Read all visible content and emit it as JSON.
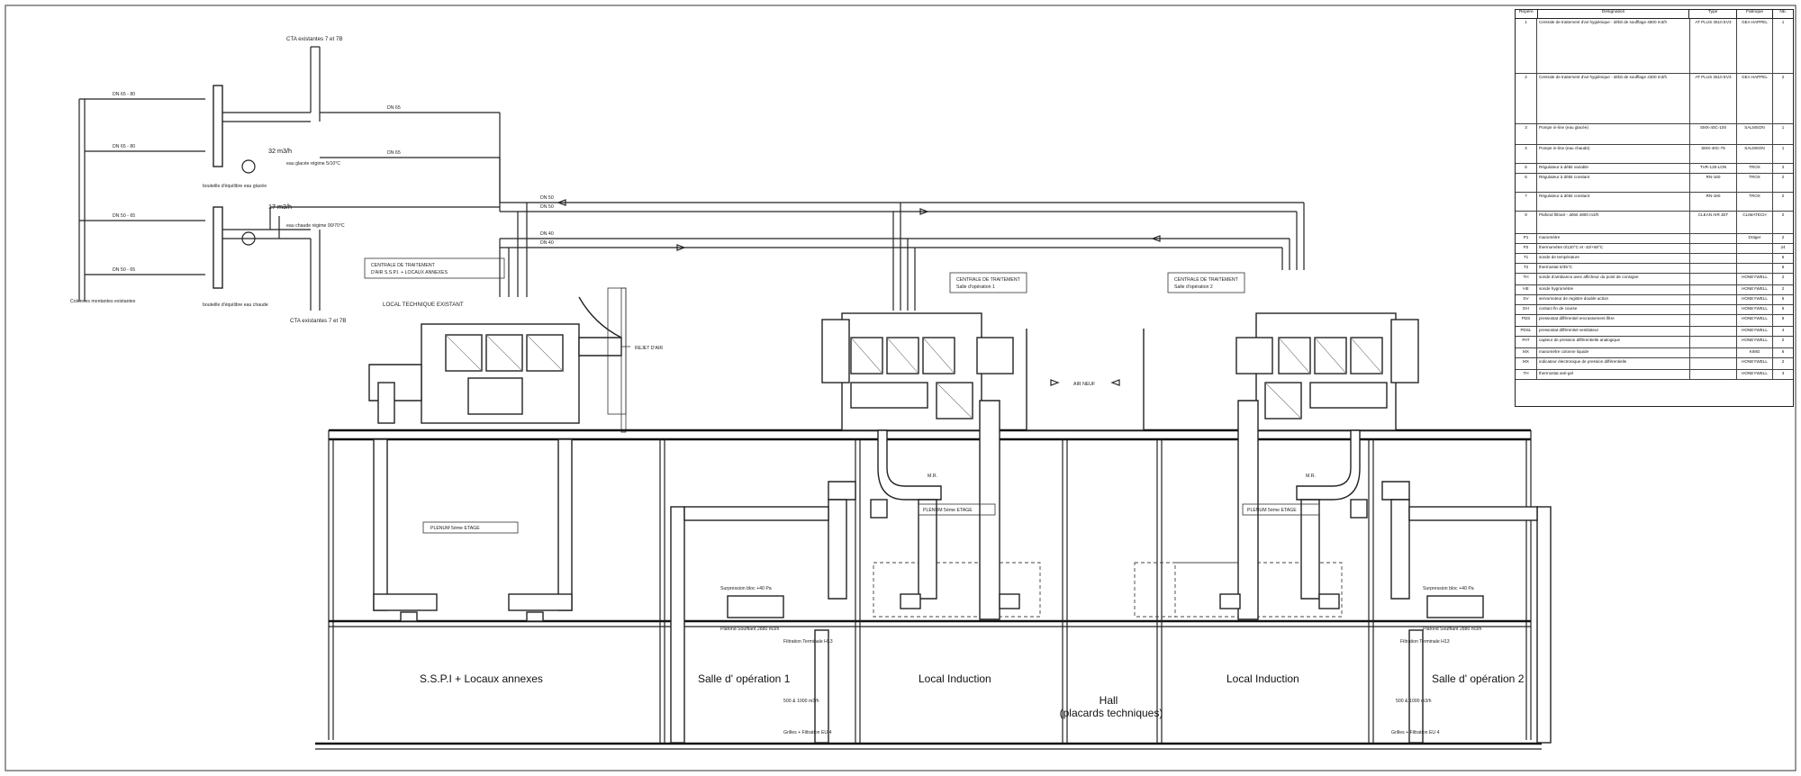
{
  "rooms": {
    "sspi": "S.S.P.I + Locaux annexes",
    "op1": "Salle d' opération 1",
    "induction1": "Local Induction",
    "hall_line1": "Hall",
    "hall_line2": "(placards techniques)",
    "induction2": "Local Induction",
    "op2": "Salle d' opération 2"
  },
  "plant_rooms": {
    "existing_title": "LOCAL TECHNIQUE EXISTANT",
    "cta_existing_line1": "CENTRALE DE TRAITEMENT",
    "cta_existing_line2": "D'AIR S.S.P.I. + LOCAUX ANNEXES",
    "cta1_line1": "CENTRALE DE TRAITEMENT",
    "cta1_line2": "Salle d'opération 1",
    "cta2_line1": "CENTRALE DE TRAITEMENT",
    "cta2_line2": "Salle d'opération 2",
    "plenum_existing": "PLENUM 5ème ETAGE",
    "plenum1": "PLENUM 5ème ETAGE",
    "plenum2": "PLENUM 5ème ETAGE",
    "air_neuf": "AIR NEUF",
    "air_rejet": "REJET D'AIR"
  },
  "hydraulics": {
    "cta_top": "CTA existantes 7 et 7B",
    "cta_bottom": "CTA existantes 7 et 7B",
    "flow_cold": "32 m3/h",
    "flow_hot": "17 m3/h",
    "cold_note": "eau glacée régime 5/10°C",
    "hot_note": "eau chaude régime 90/70°C",
    "bouteille_cold": "bouteille d'équilibre eau glacée",
    "bouteille_hot": "bouteille d'équilibre eau chaude",
    "collecteurs": "Colonnes montantes existantes"
  },
  "flows": {
    "surpression1": "Surpression bloc +40 Pa",
    "surpression2": "Surpression bloc +40 Pa",
    "plafond1": "Plafond Soufflant 2880 m3/h",
    "plafond2": "Plafond Soufflant 2880 m3/h",
    "filtration1": "Filtration Terminale H13",
    "filtration2": "Filtration Terminale H13",
    "reprise_op1": "500 & 1000 m3/h",
    "reprise_op2": "500 & 1000 m3/h",
    "grilles1": "Grilles + Filtration EU 4",
    "grilles2": "Grilles + Filtration EU 4",
    "mr": "M.R."
  },
  "legend": {
    "headers": [
      "Repère",
      "Désignation",
      "Type",
      "Fabrique",
      "Nb."
    ],
    "rows": [
      {
        "rep": "1",
        "des": "Centrale de traitement d'air hygiénique - débit de soufflage 4800 m3/h",
        "type": "AT PLUS 3510 EV3",
        "fab": "GEA HAPPEL",
        "nb": "1"
      },
      {
        "rep": "2",
        "des": "Centrale de traitement d'air hygiénique - débit de soufflage 4300 m3/h",
        "type": "AT PLUS 3510 EV3",
        "fab": "GEA HAPPEL",
        "nb": "2"
      },
      {
        "rep": "3",
        "des": "Pompe in-line (eau glacée)",
        "type": "SMX-40C-100",
        "fab": "SALMSON",
        "nb": "1"
      },
      {
        "rep": "4",
        "des": "Pompe in-line (eau chaude)",
        "type": "SMX-40C-75",
        "fab": "SALMSON",
        "nb": "1"
      },
      {
        "rep": "5",
        "des": "Régulateur à débit variable",
        "type": "TVR-125-LON",
        "fab": "TROX",
        "nb": "2"
      },
      {
        "rep": "6",
        "des": "Régulateur à débit constant",
        "type": "RN-160",
        "fab": "TROX",
        "nb": "2"
      },
      {
        "rep": "7",
        "des": "Régulateur à débit constant",
        "type": "RN-160",
        "fab": "TROX",
        "nb": "2"
      },
      {
        "rep": "8",
        "des": "Plafond filtrant - débit 4800 m3/h",
        "type": "CLEAN AIR JET",
        "fab": "CLIMATECH",
        "nb": "2"
      },
      {
        "rep": "P1",
        "des": "manomètre",
        "type": "",
        "fab": "Dräger",
        "nb": "2"
      },
      {
        "rep": "P2",
        "des": "thermomètre 0/120°C et -10/+50°C",
        "type": "",
        "fab": "",
        "nb": "24"
      },
      {
        "rep": "T1",
        "des": "sonde de température",
        "type": "",
        "fab": "",
        "nb": "6"
      },
      {
        "rep": "T2",
        "des": "thermostat 5/35°C",
        "type": "",
        "fab": "",
        "nb": "6"
      },
      {
        "rep": "TH",
        "des": "sonde d'ambiance avec afficheur du point de consigne",
        "type": "",
        "fab": "HONEYWELL",
        "nb": "2"
      },
      {
        "rep": "HE",
        "des": "sonde hygrométrie",
        "type": "",
        "fab": "HONEYWELL",
        "nb": "2"
      },
      {
        "rep": "SV",
        "des": "servomoteur de registre double action",
        "type": "",
        "fab": "HONEYWELL",
        "nb": "6"
      },
      {
        "rep": "DH",
        "des": "contact fin de course",
        "type": "",
        "fab": "HONEYWELL",
        "nb": "6"
      },
      {
        "rep": "PDS",
        "des": "pressostat différentiel encrassement filtre",
        "type": "",
        "fab": "HONEYWELL",
        "nb": "8"
      },
      {
        "rep": "PDSL",
        "des": "pressostat différentiel ventilateur",
        "type": "",
        "fab": "HONEYWELL",
        "nb": "4"
      },
      {
        "rep": "PAT",
        "des": "capteur de pression différentielle analogique",
        "type": "",
        "fab": "HONEYWELL",
        "nb": "2"
      },
      {
        "rep": "MX",
        "des": "manomètre colonne liquide",
        "type": "",
        "fab": "KIMO",
        "nb": "6"
      },
      {
        "rep": "MX",
        "des": "indicateur électronique de pression différentielle",
        "type": "",
        "fab": "HONEYWELL",
        "nb": "2"
      },
      {
        "rep": "TH",
        "des": "thermostat anti-gel",
        "type": "",
        "fab": "HONEYWELL",
        "nb": "3"
      }
    ]
  }
}
